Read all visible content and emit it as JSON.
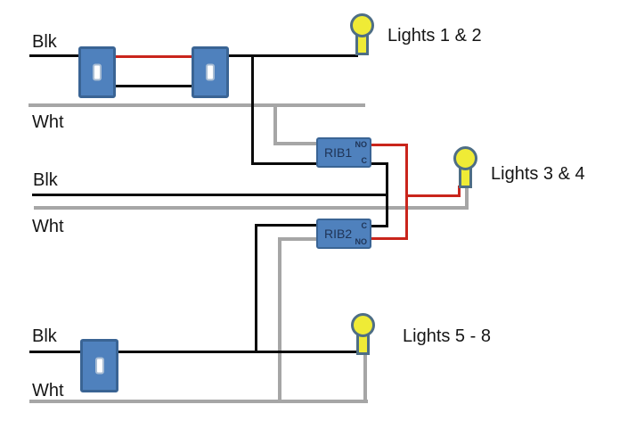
{
  "diagram": {
    "sections": [
      {
        "hot_label": "Blk",
        "neutral_label": "Wht"
      },
      {
        "hot_label": "Blk",
        "neutral_label": "Wht"
      },
      {
        "hot_label": "Blk",
        "neutral_label": "Wht"
      }
    ],
    "lights": [
      "Lights 1 & 2",
      "Lights 3 & 4",
      "Lights 5 - 8"
    ],
    "relays": [
      {
        "name": "RIB1",
        "top_terminal": "NO",
        "bottom_terminal": "C"
      },
      {
        "name": "RIB2",
        "top_terminal": "C",
        "bottom_terminal": "NO"
      }
    ]
  },
  "colors": {
    "wire-black": "#0a0a0a",
    "wire-red": "#C9251C",
    "wire-neutral": "#A6A6A6",
    "device-fill": "#4F81BD",
    "device-border": "#3A6494",
    "toggle-fill": "#FFFFFF",
    "toggle-border": "#A8BDD4",
    "bulb-fill": "#EFEB36",
    "bulb-outline": "#4E6E85",
    "relay-text": "#1F3456",
    "label-text": "#151515"
  }
}
